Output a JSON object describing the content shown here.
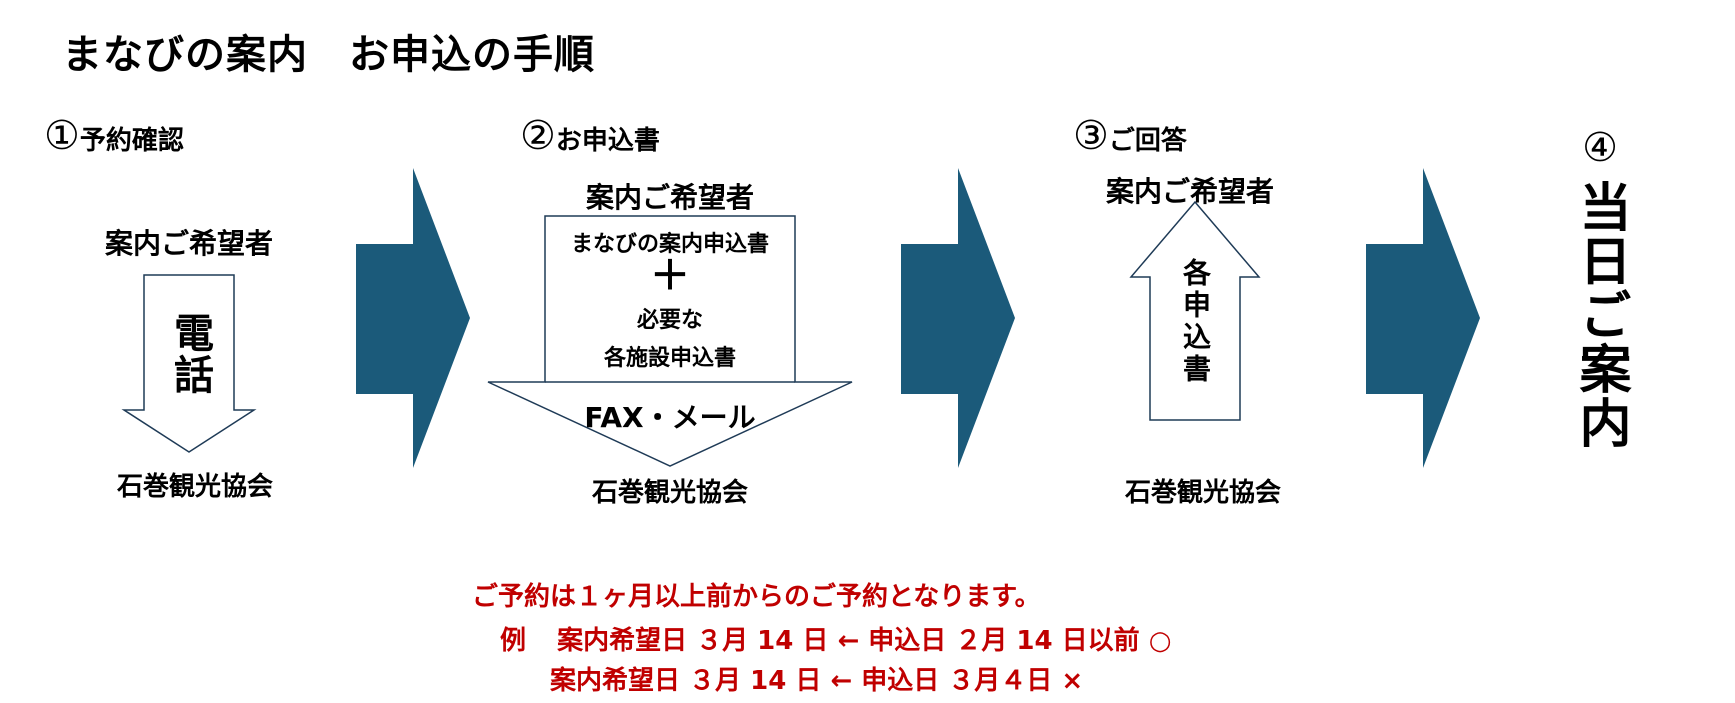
{
  "title": "まなびの案内　お申込の手順",
  "steps": [
    {
      "number": "①",
      "name": "予約確認",
      "top_label": "案内ご希望者",
      "arrow_text": "電話",
      "bottom_label": "石巻観光協会"
    },
    {
      "number": "②",
      "name": "お申込書",
      "top_label": "案内ご希望者",
      "form_line1": "まなびの案内申込書",
      "plus": "＋",
      "form_line2": "必要な",
      "form_line3": "各施設申込書",
      "arrow_text": "FAX・メール",
      "bottom_label": "石巻観光協会"
    },
    {
      "number": "③",
      "name": "ご回答",
      "top_label": "案内ご希望者",
      "arrow_text": "各申込書",
      "bottom_label": "石巻観光協会"
    },
    {
      "number": "④",
      "name": "当日ご案内"
    }
  ],
  "notes": {
    "line1": "ご予約は１ヶ月以上前からのご予約となります。",
    "line2_prefix": "例",
    "line2": "案内希望日 ３月 14 日 ← 申込日 ２月 14 日以前 ○",
    "line3": "案内希望日 ３月 14 日 ← 申込日 ３月４日 ×"
  },
  "colors": {
    "arrow": "#1b5a7a",
    "note": "#c00000"
  }
}
